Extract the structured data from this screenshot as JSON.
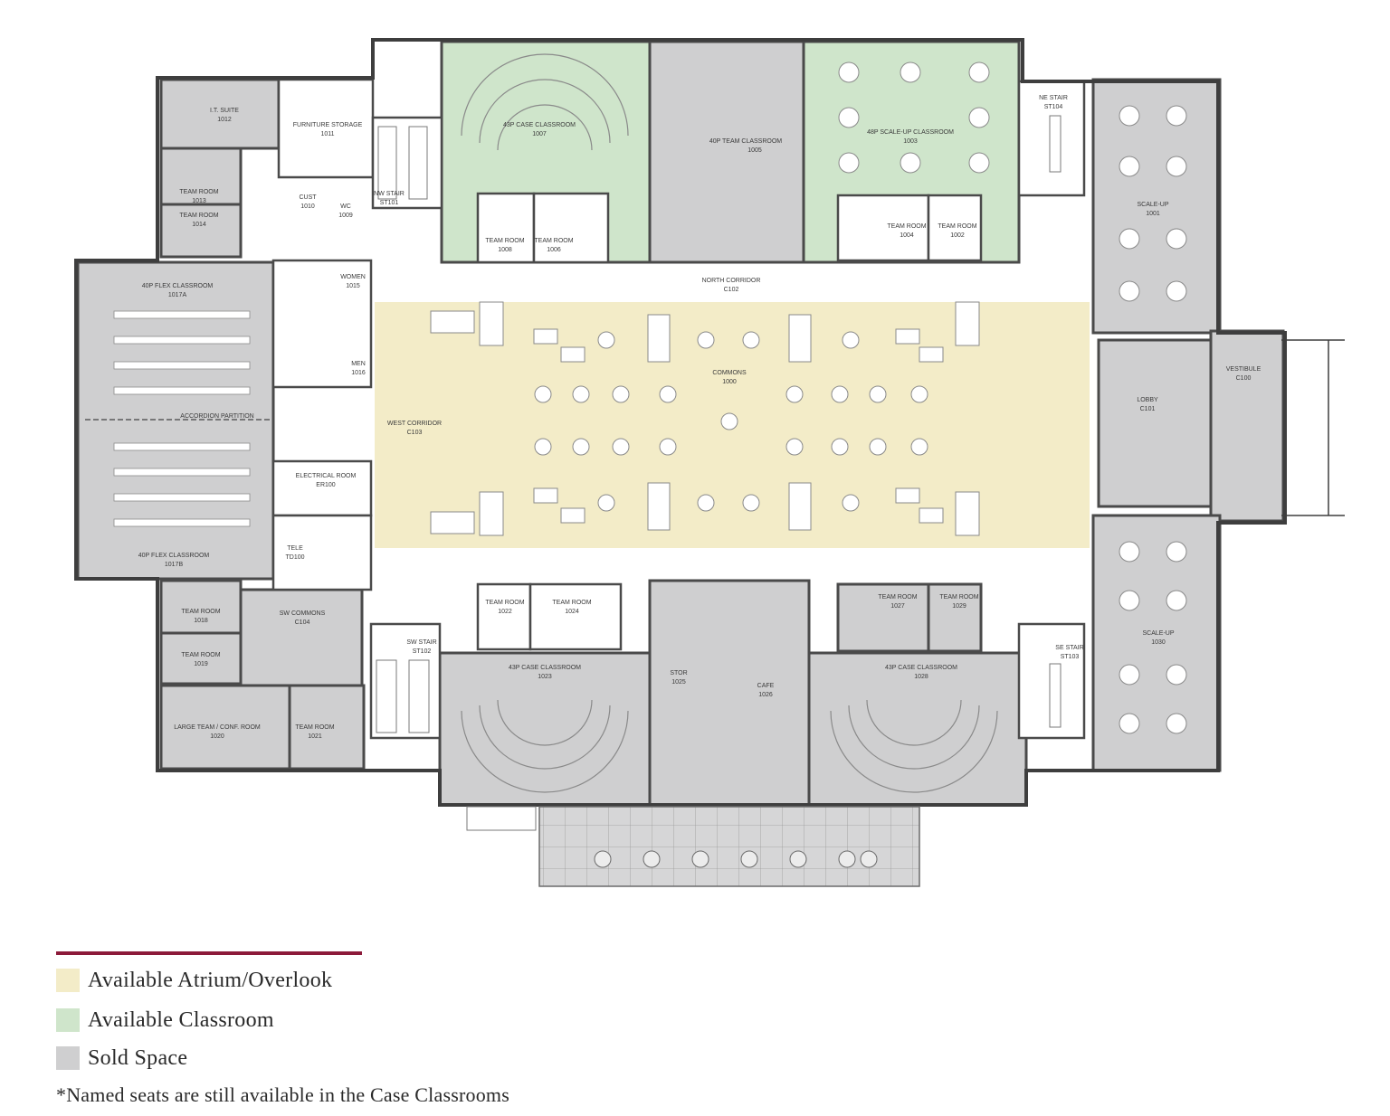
{
  "colors": {
    "atrium": "#f3ecc8",
    "classroom": "#cfe5cb",
    "sold": "#cfcfd0",
    "wall": "#4a4a4a",
    "rule": "#8c1a3a"
  },
  "rooms": {
    "it_suite": {
      "name": "I.T. SUITE",
      "num": "1012"
    },
    "furniture": {
      "name": "FURNITURE STORAGE",
      "num": "1011"
    },
    "team_1013": {
      "name": "TEAM ROOM",
      "num": "1013"
    },
    "team_1014": {
      "name": "TEAM ROOM",
      "num": "1014"
    },
    "cust": {
      "name": "CUST",
      "num": "1010"
    },
    "wc": {
      "name": "WC",
      "num": "1009"
    },
    "nw_stair": {
      "name": "NW STAIR",
      "num": "ST101"
    },
    "case_1007": {
      "name": "43P CASE CLASSROOM",
      "num": "1007"
    },
    "team_1008": {
      "name": "TEAM ROOM",
      "num": "1008"
    },
    "team_1006": {
      "name": "TEAM ROOM",
      "num": "1006"
    },
    "team_cls_1005": {
      "name": "40P TEAM CLASSROOM",
      "num": "1005"
    },
    "scaleup_1003": {
      "name": "48P SCALE-UP CLASSROOM",
      "num": "1003"
    },
    "team_1004": {
      "name": "TEAM ROOM",
      "num": "1004"
    },
    "team_1002": {
      "name": "TEAM ROOM",
      "num": "1002"
    },
    "ne_stair": {
      "name": "NE STAIR",
      "num": "ST104"
    },
    "scaleup_1001": {
      "name": "SCALE-UP",
      "num": "1001"
    },
    "north_corridor": {
      "name": "NORTH CORRIDOR",
      "num": "C102"
    },
    "flex_1017a": {
      "name": "40P FLEX CLASSROOM",
      "num": "1017A"
    },
    "accordion": {
      "name": "ACCORDION PARTITION"
    },
    "flex_1017b": {
      "name": "40P FLEX CLASSROOM",
      "num": "1017B"
    },
    "women": {
      "name": "WOMEN",
      "num": "1015"
    },
    "men": {
      "name": "MEN",
      "num": "1016"
    },
    "west_corridor": {
      "name": "WEST CORRIDOR",
      "num": "C103"
    },
    "electrical": {
      "name": "ELECTRICAL ROOM",
      "num": "ER100"
    },
    "tele": {
      "name": "TELE",
      "num": "TD100"
    },
    "commons": {
      "name": "COMMONS",
      "num": "1000"
    },
    "lobby": {
      "name": "LOBBY",
      "num": "C101"
    },
    "vestibule": {
      "name": "VESTIBULE",
      "num": "C100"
    },
    "team_1018": {
      "name": "TEAM ROOM",
      "num": "1018"
    },
    "team_1019": {
      "name": "TEAM ROOM",
      "num": "1019"
    },
    "sw_commons": {
      "name": "SW COMMONS",
      "num": "C104"
    },
    "sw_stair": {
      "name": "SW STAIR",
      "num": "ST102"
    },
    "large_team": {
      "name": "LARGE TEAM / CONF. ROOM",
      "num": "1020"
    },
    "team_1021": {
      "name": "TEAM ROOM",
      "num": "1021"
    },
    "team_1022": {
      "name": "TEAM ROOM",
      "num": "1022"
    },
    "team_1024": {
      "name": "TEAM ROOM",
      "num": "1024"
    },
    "case_1023": {
      "name": "43P CASE CLASSROOM",
      "num": "1023"
    },
    "stor": {
      "name": "STOR",
      "num": "1025"
    },
    "cafe": {
      "name": "CAFE",
      "num": "1026"
    },
    "team_1027": {
      "name": "TEAM ROOM",
      "num": "1027"
    },
    "team_1029": {
      "name": "TEAM ROOM",
      "num": "1029"
    },
    "case_1028": {
      "name": "43P CASE CLASSROOM",
      "num": "1028"
    },
    "se_stair": {
      "name": "SE STAIR",
      "num": "ST103"
    },
    "scaleup_1030": {
      "name": "SCALE-UP",
      "num": "1030"
    }
  },
  "legend": {
    "items": [
      {
        "label": "Available Atrium/Overlook"
      },
      {
        "label": "Available Classroom"
      },
      {
        "label": "Sold Space"
      }
    ],
    "note": "*Named seats are still available in the Case Classrooms"
  }
}
